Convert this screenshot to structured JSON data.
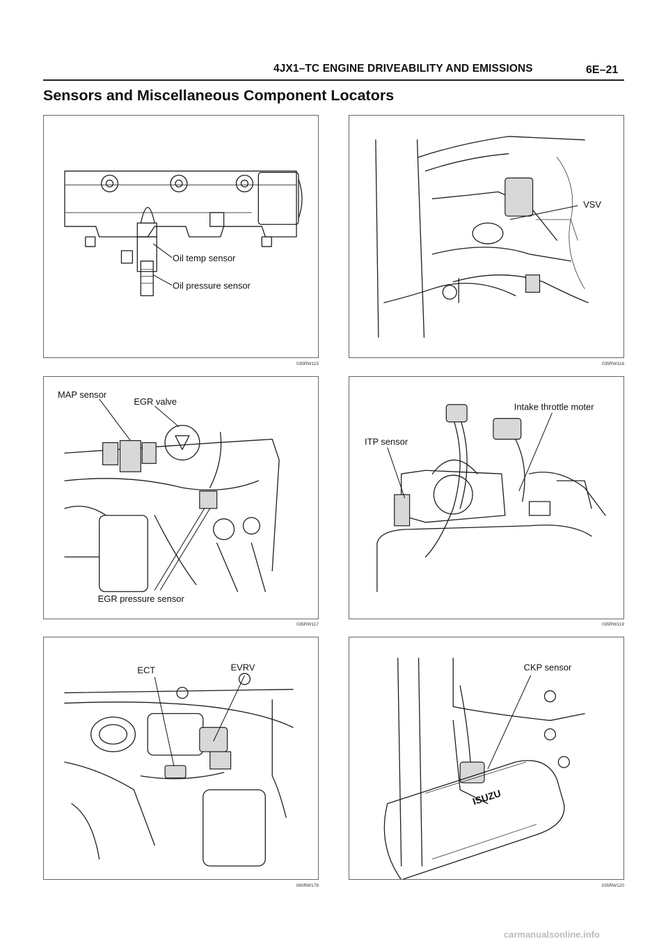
{
  "header": {
    "title": "4JX1–TC ENGINE DRIVEABILITY AND EMISSIONS",
    "page": "6E–21"
  },
  "section_title": "Sensors and Miscellaneous Component Locators",
  "figures": [
    {
      "code": "035RW115",
      "labels": [
        "Oil temp sensor",
        "Oil pressure sensor"
      ]
    },
    {
      "code": "035RW118",
      "labels": [
        "VSV"
      ]
    },
    {
      "code": "035RW117",
      "labels": [
        "MAP sensor",
        "EGR valve",
        "EGR pressure sensor"
      ]
    },
    {
      "code": "035RW119",
      "labels": [
        "Intake throttle moter",
        "ITP sensor"
      ]
    },
    {
      "code": "060RW179",
      "labels": [
        "ECT",
        "EVRV"
      ]
    },
    {
      "code": "035RW120",
      "labels": [
        "CKP sensor"
      ]
    }
  ],
  "footer": {
    "watermark": "carmanualsonline.info"
  }
}
